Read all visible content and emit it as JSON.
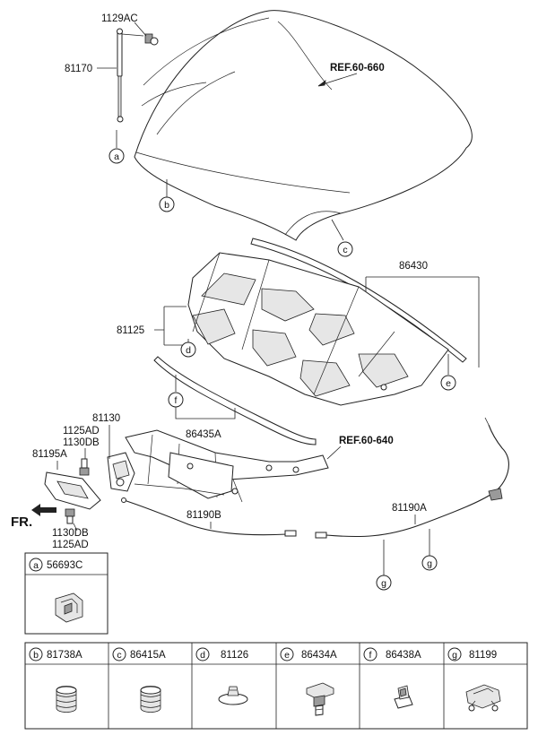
{
  "callouts": {
    "p1129AC": "1129AC",
    "p81170": "81170",
    "ref_hood": "REF.60-660",
    "p86430": "86430",
    "p81125": "81125",
    "p86435A": "86435A",
    "p81130": "81130",
    "p1125AD_top": "1125AD",
    "p1130DB_top": "1130DB",
    "p81195A": "81195A",
    "ref_frame": "REF.60-640",
    "fr": "FR.",
    "p1130DB_bot": "1130DB",
    "p1125AD_bot": "1125AD",
    "p81190B": "81190B",
    "p81190A": "81190A"
  },
  "circle_letters": {
    "a": "a",
    "b": "b",
    "c": "c",
    "d": "d",
    "e": "e",
    "f": "f",
    "g": "g"
  },
  "legend_top": {
    "letter": "a",
    "part": "56693C"
  },
  "legend_bottom": [
    {
      "letter": "b",
      "part": "81738A",
      "icon": "coil-spring-stopper-icon"
    },
    {
      "letter": "c",
      "part": "86415A",
      "icon": "coil-spring-stopper-icon"
    },
    {
      "letter": "d",
      "part": "81126",
      "icon": "push-clip-icon"
    },
    {
      "letter": "e",
      "part": "86434A",
      "icon": "fastener-clip-icon"
    },
    {
      "letter": "f",
      "part": "86438A",
      "icon": "retainer-clip-icon"
    },
    {
      "letter": "g",
      "part": "81199",
      "icon": "cable-clamp-icon"
    }
  ]
}
